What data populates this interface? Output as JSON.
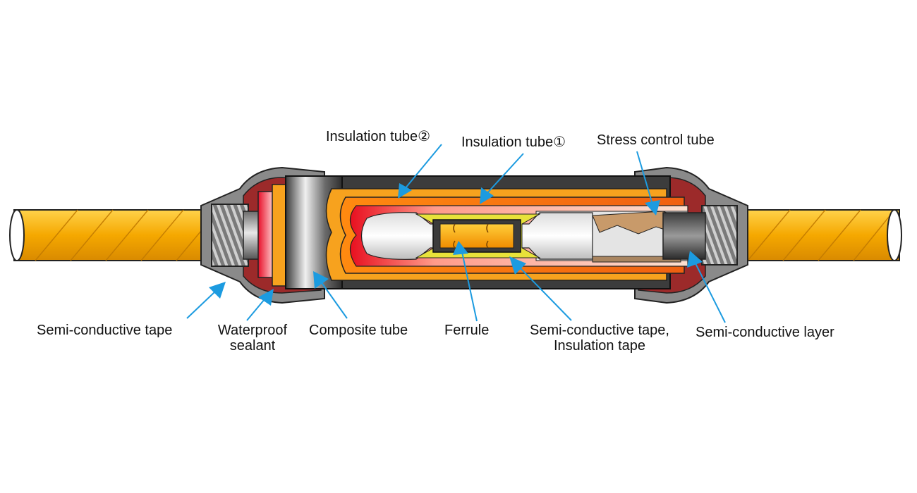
{
  "labels": {
    "insulation_tube_2": "Insulation tube②",
    "insulation_tube_1": "Insulation tube①",
    "stress_control_tube": "Stress control tube",
    "semi_conductive_tape": "Semi-conductive tape",
    "waterproof_line1": "Waterproof",
    "waterproof_line2": "sealant",
    "composite_tube": "Composite tube",
    "ferrule": "Ferrule",
    "semi_tape_insulation_line1": "Semi-conductive tape,",
    "semi_tape_insulation_line2": "Insulation tape",
    "semi_conductive_layer": "Semi-conductive layer"
  },
  "colors": {
    "cable": "#f5a800",
    "cable_highlight": "#ffd24a",
    "stress_tube": "#c89a6a",
    "insulation_outer": "#f07a1a",
    "insulation_inner": "#ff9d3a",
    "composite_tube": "#4a4a4a",
    "sealant": "#9c2a2a",
    "arrow": "#1c9be0",
    "ferrule": "#f2b21c",
    "text": "#111111"
  }
}
